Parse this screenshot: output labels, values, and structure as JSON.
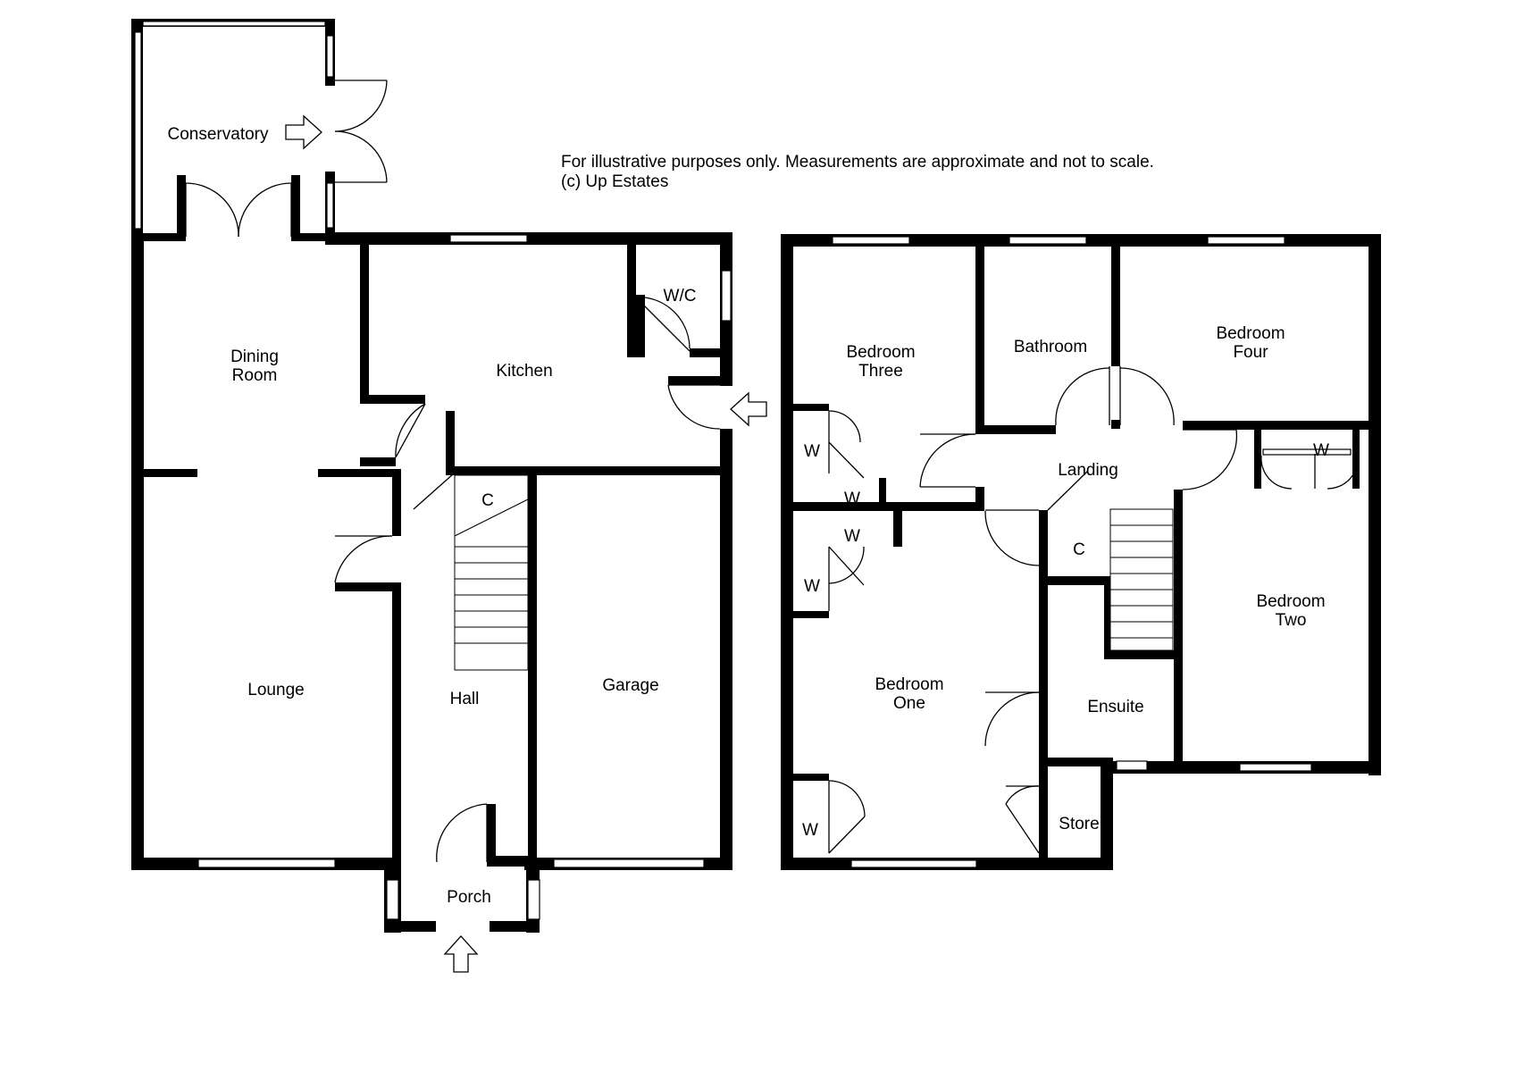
{
  "disclaimer": {
    "line1": "For illustrative purposes only. Measurements are approximate and not to scale.",
    "line2": "(c) Up Estates"
  },
  "ground_floor": {
    "conservatory": "Conservatory",
    "dining_line1": "Dining",
    "dining_line2": "Room",
    "kitchen": "Kitchen",
    "wc": "W/C",
    "cupboard": "C",
    "lounge": "Lounge",
    "hall": "Hall",
    "garage": "Garage",
    "porch": "Porch"
  },
  "first_floor": {
    "bedroom_three_line1": "Bedroom",
    "bedroom_three_line2": "Three",
    "bathroom": "Bathroom",
    "bedroom_four_line1": "Bedroom",
    "bedroom_four_line2": "Four",
    "landing": "Landing",
    "wardrobe": "W",
    "cupboard": "C",
    "bedroom_two_line1": "Bedroom",
    "bedroom_two_line2": "Two",
    "bedroom_one_line1": "Bedroom",
    "bedroom_one_line2": "One",
    "ensuite": "Ensuite",
    "store": "Store"
  },
  "colors": {
    "wall": "#000000",
    "background": "#ffffff"
  },
  "icons": [
    "entrance-arrow-icon",
    "door-swing-icon",
    "window-icon",
    "staircase-icon"
  ]
}
